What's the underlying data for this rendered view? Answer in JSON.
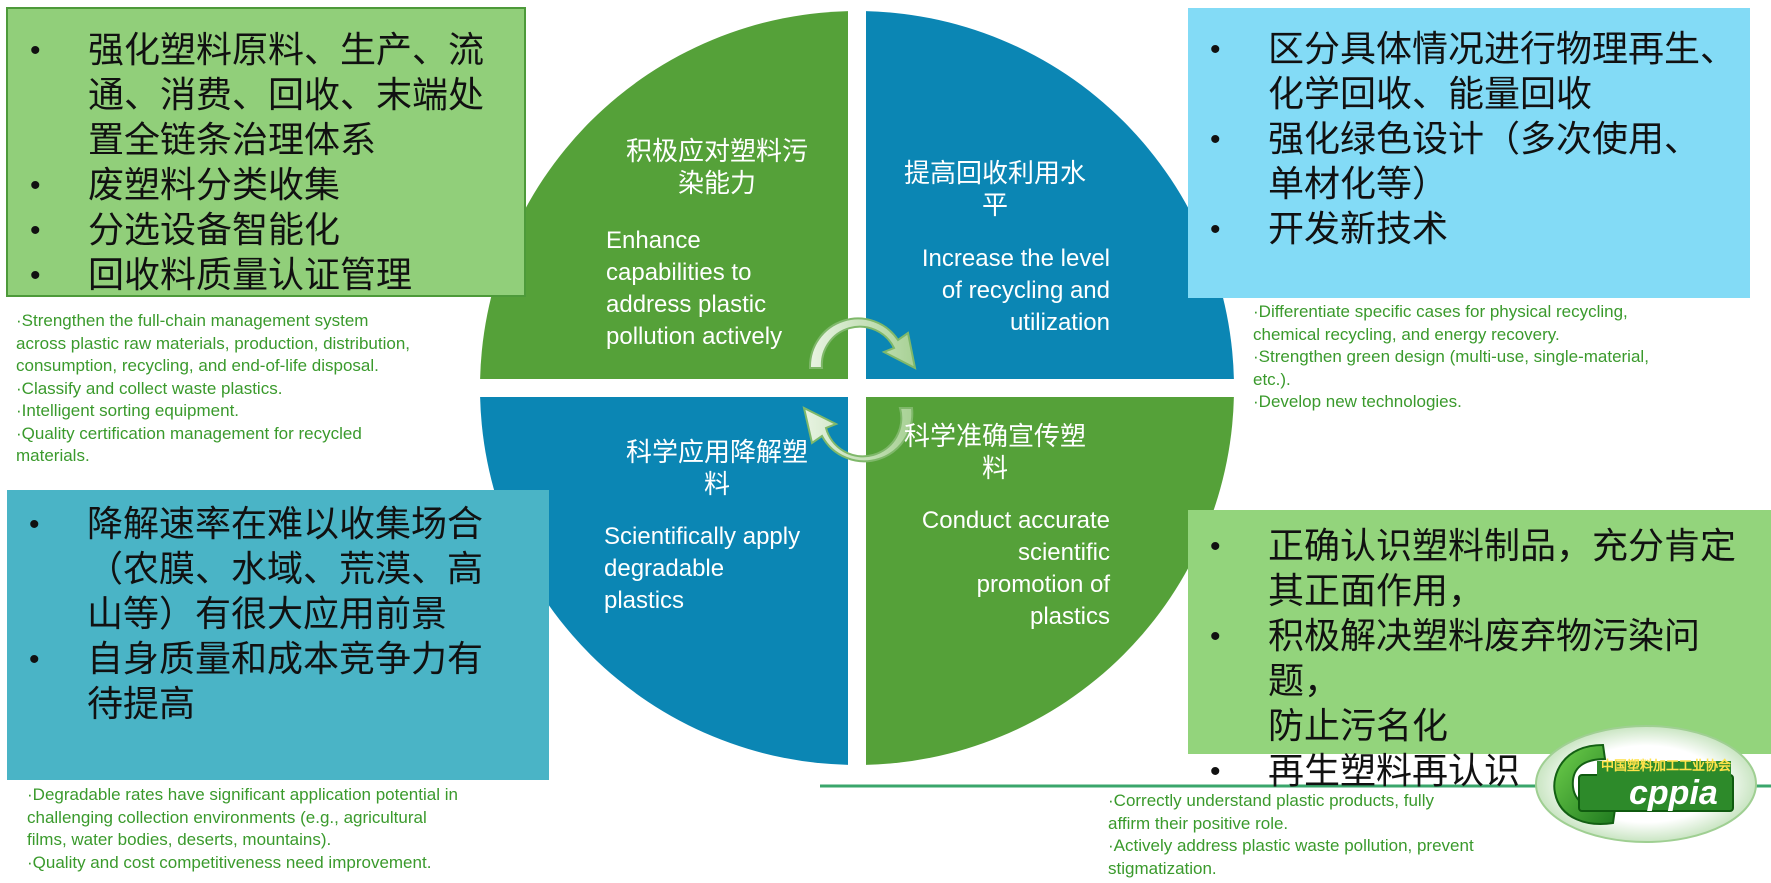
{
  "colors": {
    "green_quadrant": "#55a139",
    "blue_quadrant": "#0b86b4",
    "box_topleft": "#91cf7a",
    "box_topright": "#83dbf6",
    "box_bottomleft": "#4ab4c6",
    "box_bottomright": "#93d47c",
    "note_text": "#3a9a2c"
  },
  "boxes": {
    "top_left": {
      "items": [
        "强化塑料原料、生产、流",
        "通、消费、回收、末端处",
        "置全链条治理体系",
        "废塑料分类收集",
        "分选设备智能化",
        "回收料质量认证管理"
      ]
    },
    "top_right": {
      "items": [
        "区分具体情况进行物理再生、",
        "化学回收、能量回收",
        "强化绿色设计（多次使用、",
        "单材化等）",
        "开发新技术"
      ]
    },
    "bottom_left": {
      "items": [
        "降解速率在难以收集场合",
        "（农膜、水域、荒漠、高",
        "山等）有很大应用前景",
        "自身质量和成本竞争力有",
        "待提高"
      ]
    },
    "bottom_right": {
      "items": [
        "正确认识塑料制品，充分肯定",
        "其正面作用，",
        "积极解决塑料废弃物污染问题，",
        "防止污名化",
        "再生塑料再认识"
      ]
    }
  },
  "notes": {
    "top_left": [
      "·Strengthen the full-chain management system",
      "across plastic raw materials, production, distribution,",
      "consumption, recycling, and end-of-life disposal.",
      "·Classify and collect waste plastics.",
      "·Intelligent sorting equipment.",
      "·Quality certification management for recycled",
      "materials."
    ],
    "top_right": [
      "·Differentiate specific cases for physical recycling,",
      "chemical recycling, and energy recovery.",
      "·Strengthen green design (multi-use, single-material,",
      "etc.).",
      "·Develop new technologies."
    ],
    "bottom_left": [
      "·Degradable rates have significant application potential in",
      "challenging collection environments (e.g., agricultural",
      "films, water bodies, deserts, mountains).",
      "·Quality and cost competitiveness need improvement."
    ],
    "bottom_right": [
      "·Correctly understand plastic products, fully",
      "affirm their positive role.",
      "·Actively address plastic waste pollution, prevent",
      "stigmatization."
    ]
  },
  "quadrants": {
    "top_left": {
      "zh": [
        "积极应对塑料污",
        "染能力"
      ],
      "en": [
        "Enhance",
        "capabilities to",
        "address plastic",
        "pollution actively"
      ]
    },
    "top_right": {
      "zh": [
        "提高回收利用水",
        "平"
      ],
      "en": [
        "Increase the level",
        "of recycling and",
        "utilization"
      ]
    },
    "bottom_left": {
      "zh": [
        "科学应用降解塑",
        "料"
      ],
      "en": [
        "Scientifically apply",
        "degradable",
        "plastics"
      ]
    },
    "bottom_right": {
      "zh": [
        "科学准确宣传塑",
        "料"
      ],
      "en": [
        "Conduct accurate",
        "scientific",
        "promotion of",
        "plastics"
      ]
    }
  },
  "logo": {
    "org_name": "中国塑料加工工业协会",
    "abbr": "cppia"
  }
}
